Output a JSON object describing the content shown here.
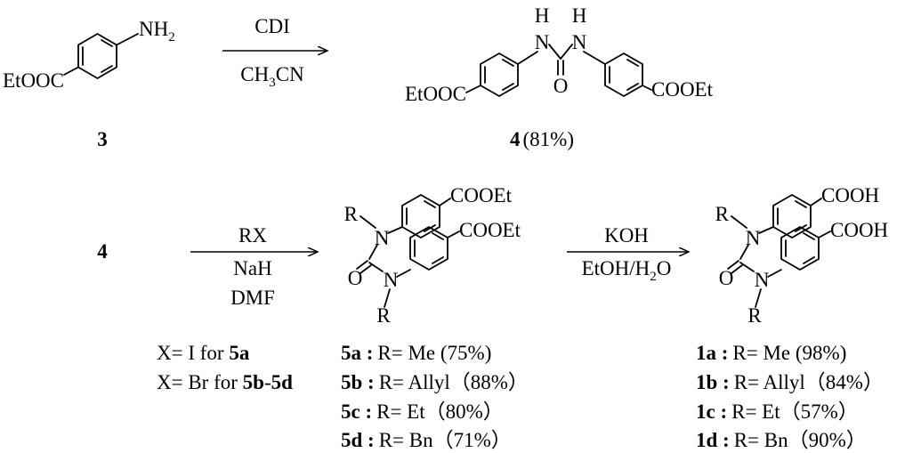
{
  "top": {
    "sm": {
      "amino": "NH",
      "amino_sub": "2",
      "ester": "EtOOC"
    },
    "arrow1": {
      "reagent_top": "CDI",
      "solvent_pre": "CH",
      "solvent_sub": "3",
      "solvent_post": "CN"
    },
    "urea": {
      "h_left": "H",
      "h_right": "H",
      "n_left": "N",
      "n_right": "N",
      "o": "O",
      "ester_left": "EtOOC",
      "ester_right": "COOEt"
    },
    "label_3": "3",
    "label_4": "4",
    "yield_4": "(81%)"
  },
  "bottom": {
    "label_4": "4",
    "arrow2": {
      "reagent1": "RX",
      "reagent2": "NaH",
      "reagent3": "DMF"
    },
    "arrow3": {
      "reagent_top": "KOH",
      "solvent_pre": "EtOH/H",
      "solvent_sub": "2",
      "solvent_post": "O"
    },
    "struct5": {
      "r_top": "R",
      "n_top": "N",
      "n_bot": "N",
      "o": "O",
      "r_bot": "R",
      "cooet_top": "COOEt",
      "cooet_bot": "COOEt"
    },
    "struct1": {
      "r_top": "R",
      "n_top": "N",
      "n_bot": "N",
      "o": "O",
      "r_bot": "R",
      "cooh_top": "COOH",
      "cooh_bot": "COOH"
    },
    "halide": [
      {
        "pre": "X= I for ",
        "bold": "5a"
      },
      {
        "pre": "X= Br for ",
        "bold": "5b",
        "mid": "-",
        "bold2": "5d"
      }
    ],
    "products5": [
      {
        "label": "5a :",
        "text": "R= Me (75%)"
      },
      {
        "label": "5b :",
        "text": "R= Allyl（88%）"
      },
      {
        "label": "5c :",
        "text": "R= Et（80%）"
      },
      {
        "label": "5d :",
        "text": "R= Bn（71%）"
      }
    ],
    "products1": [
      {
        "label": "1a :",
        "text": "R= Me (98%)"
      },
      {
        "label": "1b :",
        "text": "R= Allyl（84%）"
      },
      {
        "label": "1c :",
        "text": "R= Et（57%）"
      },
      {
        "label": "1d :",
        "text": "R= Bn（90%）"
      }
    ]
  }
}
